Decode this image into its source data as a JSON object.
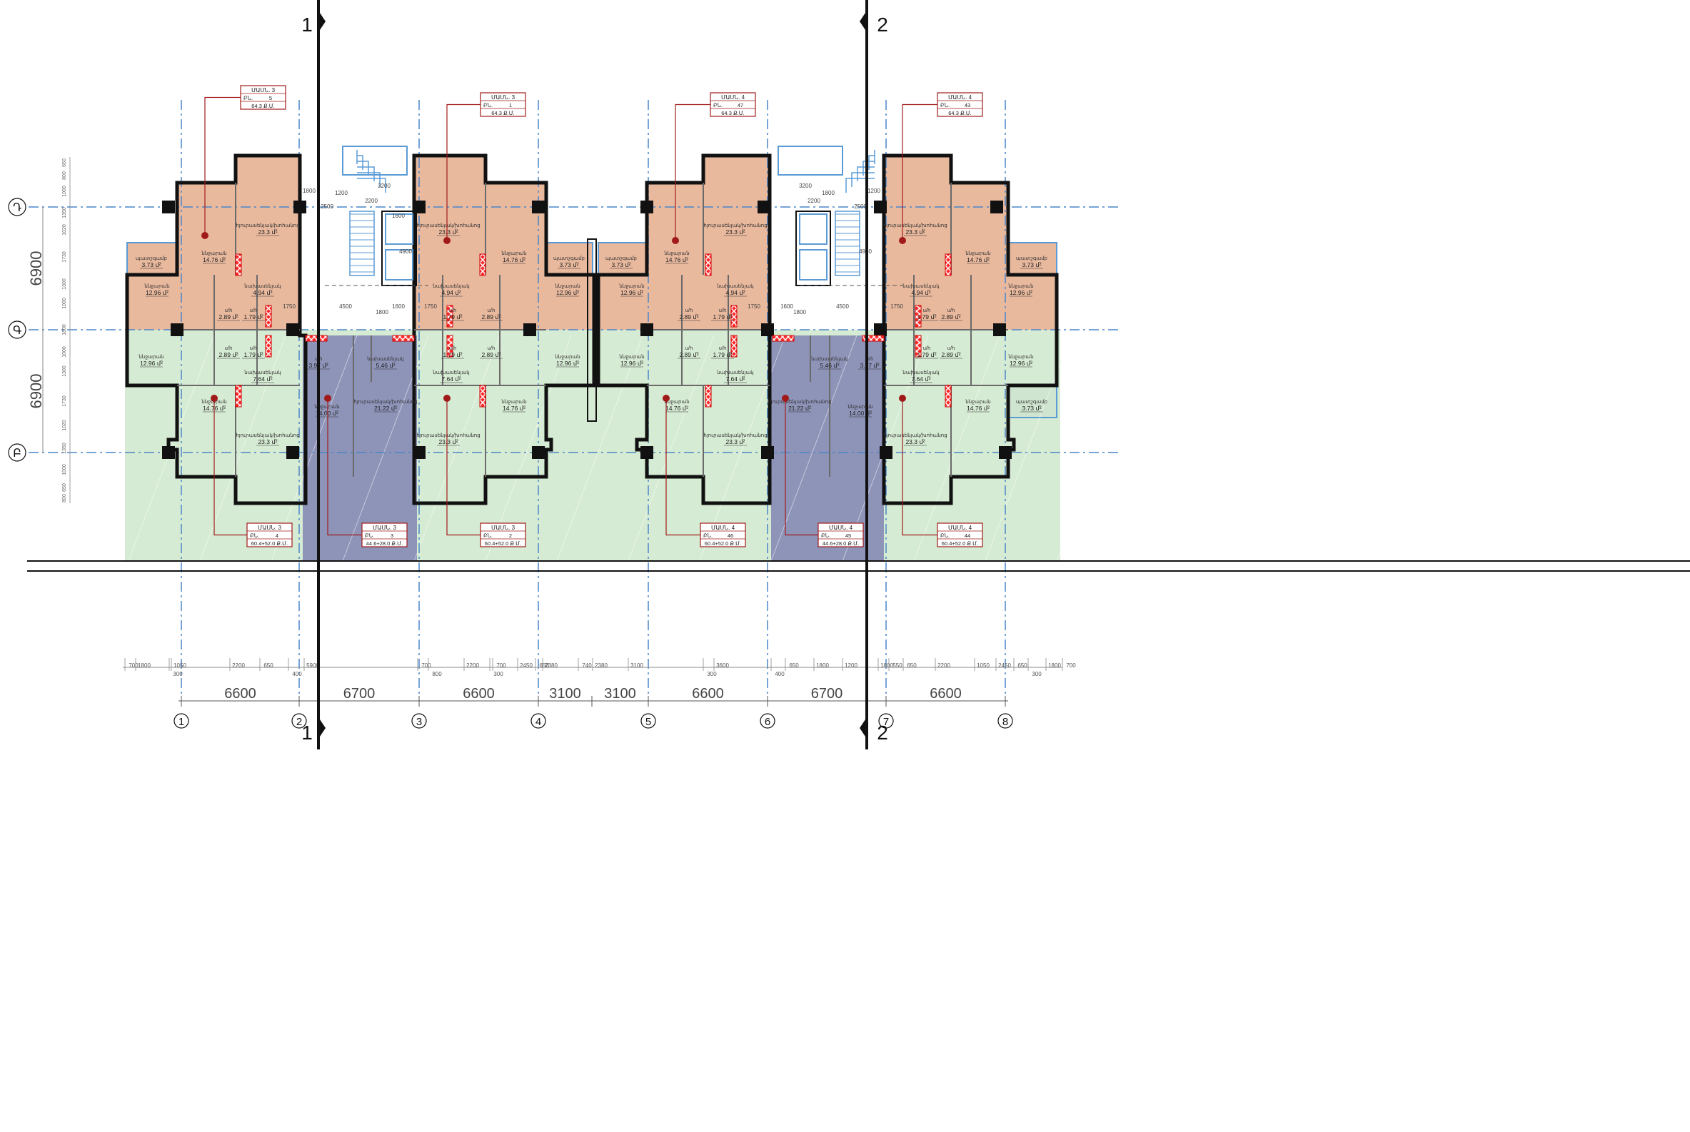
{
  "axes": {
    "vertical": [
      "1",
      "2",
      "3",
      "4",
      "5",
      "6",
      "7",
      "8"
    ],
    "horizontal": [
      "Դ",
      "Գ",
      "Բ"
    ]
  },
  "sections": {
    "left": "1",
    "right": "2"
  },
  "spans_main": [
    "6600",
    "6700",
    "6600",
    "3100",
    "3100",
    "6600",
    "6700",
    "6600"
  ],
  "spans_left_vertical": [
    "6900",
    "6900"
  ],
  "spans_detail": [
    "700",
    "1800",
    "300",
    "1050",
    "2200",
    "650",
    "400",
    "5900",
    "700",
    "800",
    "2200",
    "700",
    "300",
    "2450",
    "650",
    "2380",
    "740",
    "2380",
    "3100",
    "300",
    "3600",
    "400",
    "650",
    "1800",
    "1200",
    "1800",
    "550",
    "650",
    "2200",
    "1050",
    "2450",
    "650",
    "300",
    "1800",
    "700"
  ],
  "spans_left_detail": [
    "650",
    "800",
    "1000",
    "1350",
    "1020",
    "1730",
    "1300",
    "1000",
    "1800",
    "1000",
    "1300",
    "1730",
    "1020",
    "1350",
    "1000",
    "650",
    "800"
  ],
  "inner_dims": [
    "2500",
    "3200",
    "2200",
    "1600",
    "1800",
    "1200",
    "1750",
    "4500",
    "1800",
    "1600",
    "1750",
    "4900",
    "3200",
    "2200",
    "2500",
    "1200",
    "1800",
    "1750",
    "4500",
    "1800",
    "1600",
    "1750",
    "4900"
  ],
  "apartment_tags": [
    {
      "type": "ՄԱՍՆ. 3",
      "label": "ԲՆ.",
      "num": "5",
      "area": "64.3  Ք.Մ."
    },
    {
      "type": "ՄԱՍՆ. 3",
      "label": "ԲՆ.",
      "num": "1",
      "area": "64.3  Ք.Մ."
    },
    {
      "type": "ՄԱՍՆ. 4",
      "label": "ԲՆ.",
      "num": "47",
      "area": "64.3  Ք.Մ."
    },
    {
      "type": "ՄԱՍՆ. 4",
      "label": "ԲՆ.",
      "num": "43",
      "area": "64.3  Ք.Մ."
    },
    {
      "type": "ՄԱՍՆ. 3",
      "label": "ԲՆ.",
      "num": "4",
      "area": "60.4+52.0  Ք.Մ."
    },
    {
      "type": "ՄԱՍՆ. 3",
      "label": "ԲՆ.",
      "num": "3",
      "area": "44.6+28.0  Ք.Մ."
    },
    {
      "type": "ՄԱՍՆ. 3",
      "label": "ԲՆ.",
      "num": "2",
      "area": "60.4+52.0  Ք.Մ."
    },
    {
      "type": "ՄԱՍՆ. 4",
      "label": "ԲՆ.",
      "num": "46",
      "area": "60.4+52.0  Ք.Մ."
    },
    {
      "type": "ՄԱՍՆ. 4",
      "label": "ԲՆ.",
      "num": "45",
      "area": "44.6+28.0  Ք.Մ."
    },
    {
      "type": "ՄԱՍՆ. 4",
      "label": "ԲՆ.",
      "num": "44",
      "area": "60.4+52.0  Ք.Մ."
    }
  ],
  "room_labels": [
    {
      "name": "հյուրասենյակ/խոհանոց",
      "area": "23.3  մ²"
    },
    {
      "name": "ննջարան",
      "area": "14.76  մ²"
    },
    {
      "name": "պատշգամբ",
      "area": "3.73  մ²"
    },
    {
      "name": "ննջարան",
      "area": "12.96  մ²"
    },
    {
      "name": "նախասենյակ",
      "area": "4.94  մ²"
    },
    {
      "name": "ս/հ",
      "area": "2.89  մ²"
    },
    {
      "name": "ս/հ",
      "area": "1.79  մ²"
    },
    {
      "name": "նախասենյակ",
      "area": "7.64  մ²"
    },
    {
      "name": "նախասենյակ",
      "area": "5.46  մ²"
    },
    {
      "name": "ս/հ",
      "area": "3.97  մ²"
    },
    {
      "name": "ննջարան",
      "area": "14.00  մ²"
    },
    {
      "name": "հյուրասենյակ/խոհանոց",
      "area": "21.22  մ²"
    }
  ],
  "colors": {
    "orange": "#e9b99e",
    "green": "#d6ebd3",
    "blue": "#8e93b8",
    "axis": "#4a86c8",
    "wall": "#111111",
    "tagRed": "#a11a1a",
    "stair": "#5b9bd5"
  }
}
